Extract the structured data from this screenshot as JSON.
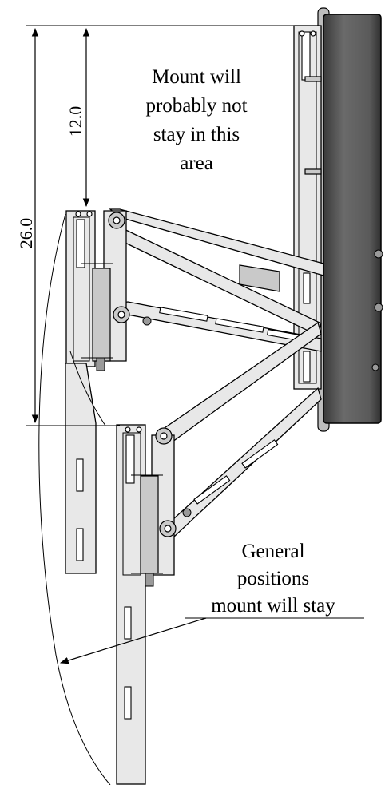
{
  "dimensions": {
    "total_height": "26.0",
    "upper_height": "12.0"
  },
  "notes": {
    "restricted_area": [
      "Mount will",
      "probably not",
      "stay in this",
      "area"
    ],
    "general_positions": [
      "General",
      "positions",
      "mount will stay"
    ]
  },
  "colors": {
    "tv_panel": "#5d5d5d",
    "metal": "#e8e8e8",
    "metal_shade": "#c9c9c9",
    "line": "#000000"
  },
  "icons": {
    "arrow": "arrow-icon"
  }
}
